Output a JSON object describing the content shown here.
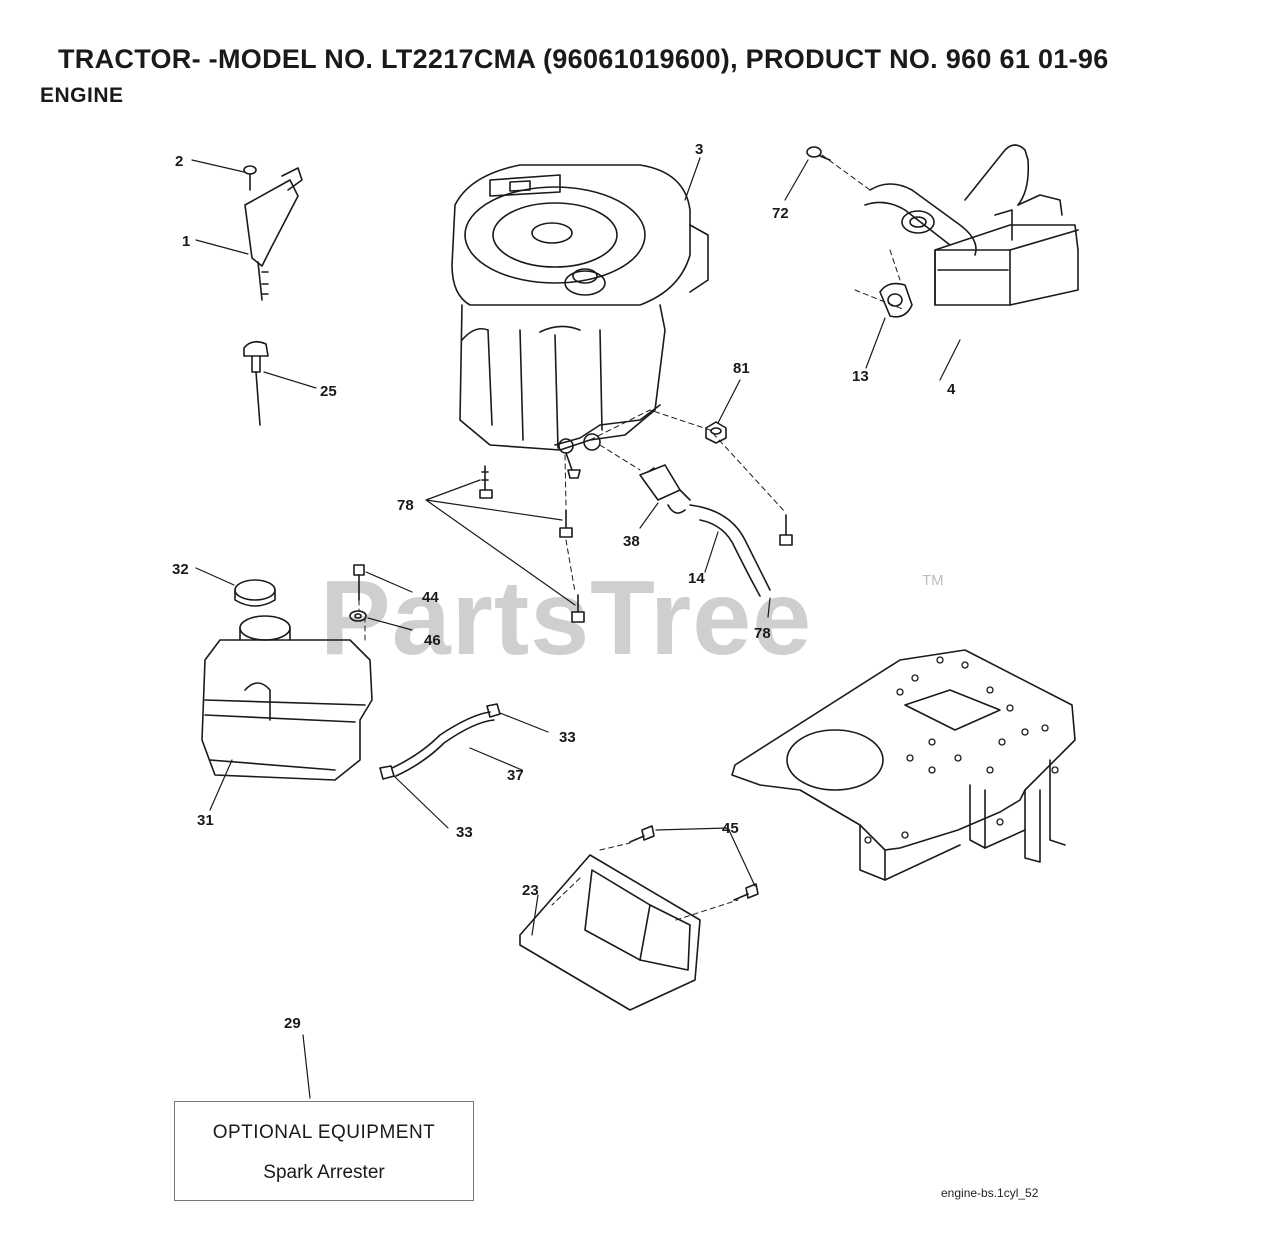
{
  "header": {
    "title": "TRACTOR- -MODEL NO. LT2217CMA (96061019600), PRODUCT NO. 960 61 01-96",
    "section": "ENGINE"
  },
  "callouts": {
    "c1": "1",
    "c2": "2",
    "c3": "3",
    "c4": "4",
    "c13": "13",
    "c14": "14",
    "c23": "23",
    "c25": "25",
    "c29": "29",
    "c31": "31",
    "c32": "32",
    "c33a": "33",
    "c33b": "33",
    "c37": "37",
    "c38": "38",
    "c44": "44",
    "c45": "45",
    "c46": "46",
    "c72": "72",
    "c78a": "78",
    "c78b": "78",
    "c81": "81"
  },
  "watermark": {
    "text": "PartsTree",
    "tm": "TM"
  },
  "optional_box": {
    "title": "OPTIONAL EQUIPMENT",
    "subtitle": "Spark Arrester"
  },
  "figure_id": "engine-bs.1cyl_52"
}
